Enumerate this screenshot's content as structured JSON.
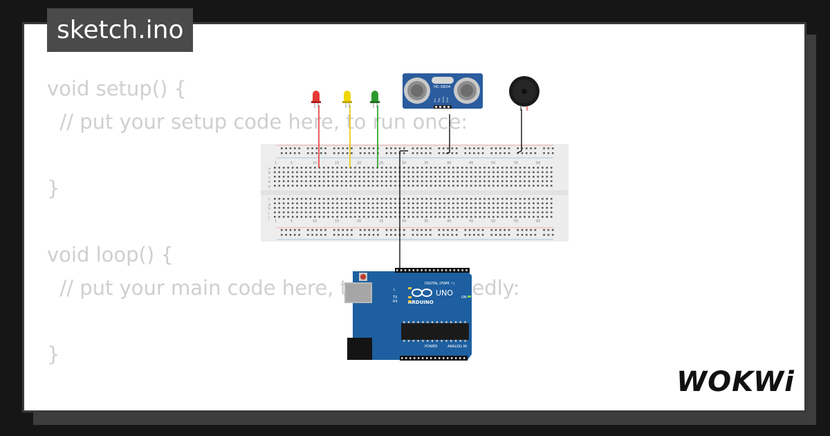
{
  "editor": {
    "file_name": "sketch.ino",
    "code_lines": [
      "void setup() {",
      "  // put your setup code here, to run once:",
      "",
      "}",
      "",
      "void loop() {",
      "  // put your main code here, to run repeatedly:",
      "",
      "}"
    ]
  },
  "circuit": {
    "sensor_label": "HC-SR04",
    "sensor_pins": [
      "Vcc",
      "Trig",
      "Echo",
      "Gnd"
    ],
    "board_brand": "ARDUINO",
    "board_model": "UNO",
    "board_digital_label": "DIGITAL (PWM ~)",
    "board_power_label": "POWER",
    "board_analog_label": "ANALOG IN",
    "board_on_label": "ON",
    "board_l_label": "L",
    "board_tx_label": "TX",
    "board_rx_label": "RX",
    "breadboard_columns": [
      "1",
      "5",
      "10",
      "15",
      "20",
      "25",
      "30",
      "35",
      "40",
      "45",
      "50",
      "55",
      "60"
    ],
    "breadboard_rows_top": [
      "a",
      "b",
      "c",
      "d",
      "e"
    ],
    "breadboard_rows_bottom": [
      "f",
      "g",
      "h",
      "i",
      "j"
    ],
    "led_colors": [
      "#e53935",
      "#f2d600",
      "#2e9b2e"
    ],
    "wire_colors": {
      "red": "#e53935",
      "yellow": "#e6c800",
      "green": "#1f9d1f",
      "black": "#111111"
    }
  },
  "brand": {
    "logo_text": "WOKWi"
  }
}
